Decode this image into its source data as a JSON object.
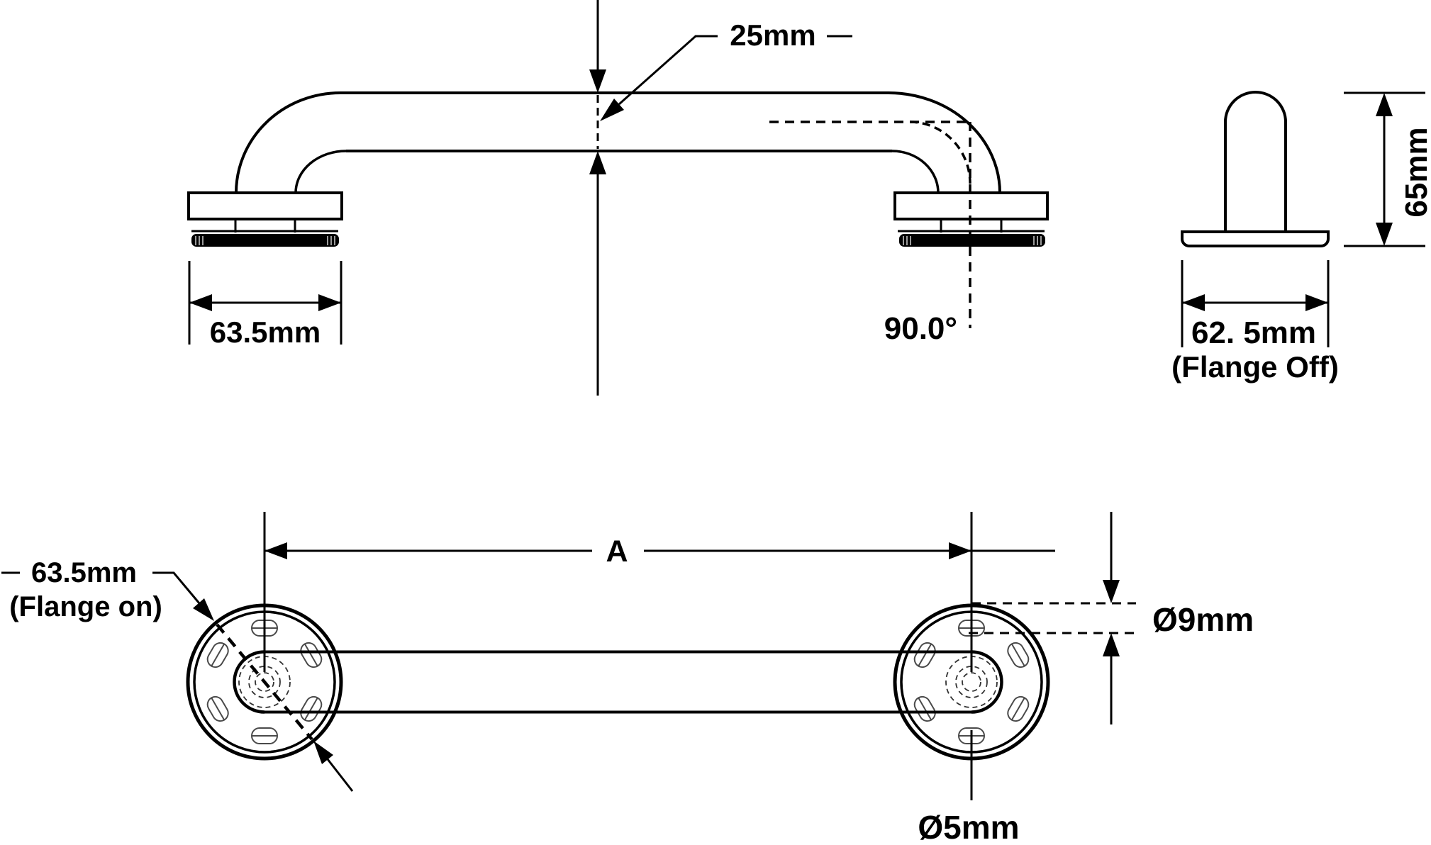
{
  "colors": {
    "ink": "#000000",
    "background": "#ffffff",
    "thin_detail": "#4a4a4a"
  },
  "side_view": {
    "tube_diameter": "25mm",
    "flange_width": "63.5mm",
    "bend_angle": "90.0°"
  },
  "end_view": {
    "height": "65mm",
    "flange_width": "62. 5mm",
    "flange_note": "(Flange Off)"
  },
  "plan_view": {
    "length": "A",
    "flange_diameter": "63.5mm",
    "flange_note": "(Flange on)",
    "slot_diameter": "Ø9mm",
    "hole_diameter": "Ø5mm"
  }
}
